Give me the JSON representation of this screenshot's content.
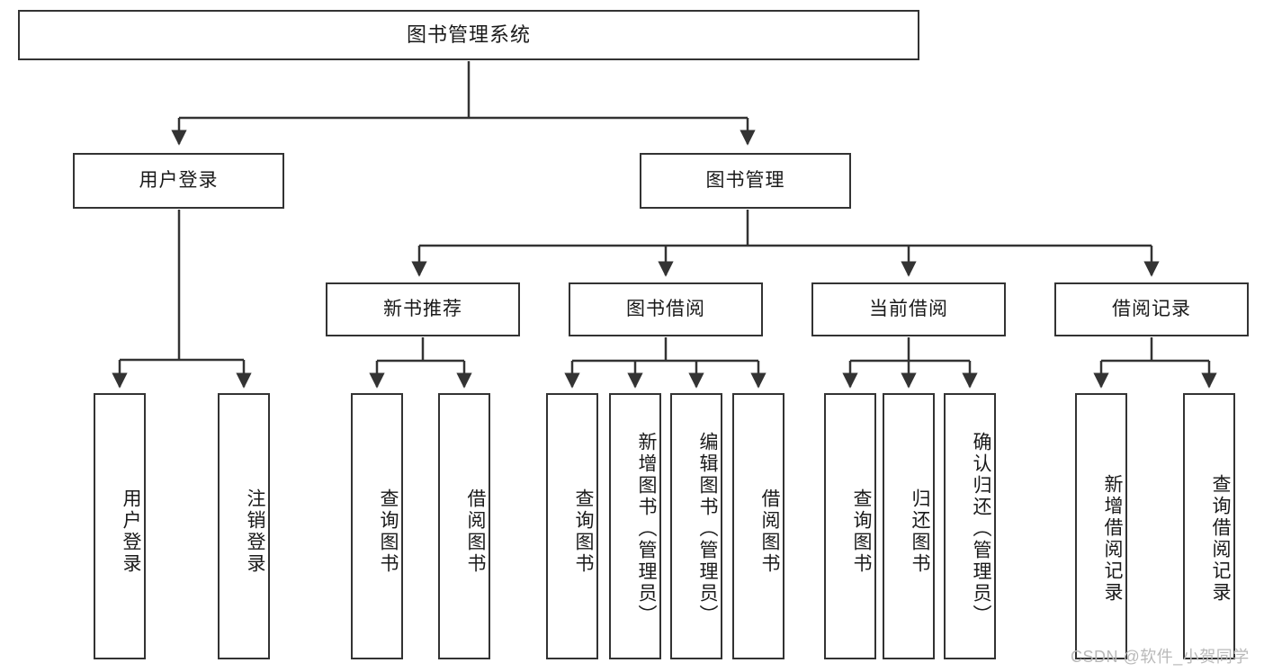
{
  "diagram": {
    "type": "tree-hierarchy-diagram",
    "title": "图书管理系统",
    "watermark": "CSDN @软件_小贺同学",
    "colors": {
      "border": "#333333",
      "background": "#ffffff",
      "text": "#1a1a1a",
      "watermark": "#b9b9b9"
    },
    "levels": {
      "root": {
        "label": "图书管理系统"
      },
      "level2": [
        {
          "label": "用户登录"
        },
        {
          "label": "图书管理"
        }
      ],
      "level3": [
        {
          "label": "新书推荐"
        },
        {
          "label": "图书借阅"
        },
        {
          "label": "当前借阅"
        },
        {
          "label": "借阅记录"
        }
      ],
      "leaves": {
        "user_login": [
          {
            "label": "用户登录"
          },
          {
            "label": "注销登录"
          }
        ],
        "new_book_recommend": [
          {
            "label": "查询图书"
          },
          {
            "label": "借阅图书"
          }
        ],
        "book_borrow": [
          {
            "label": "查询图书"
          },
          {
            "label": "新增图书（管理员）"
          },
          {
            "label": "编辑图书（管理员）"
          },
          {
            "label": "借阅图书"
          }
        ],
        "current_borrow": [
          {
            "label": "查询图书"
          },
          {
            "label": "归还图书"
          },
          {
            "label": "确认归还（管理员）"
          }
        ],
        "borrow_record": [
          {
            "label": "新增借阅记录"
          },
          {
            "label": "查询借阅记录"
          }
        ]
      }
    }
  }
}
